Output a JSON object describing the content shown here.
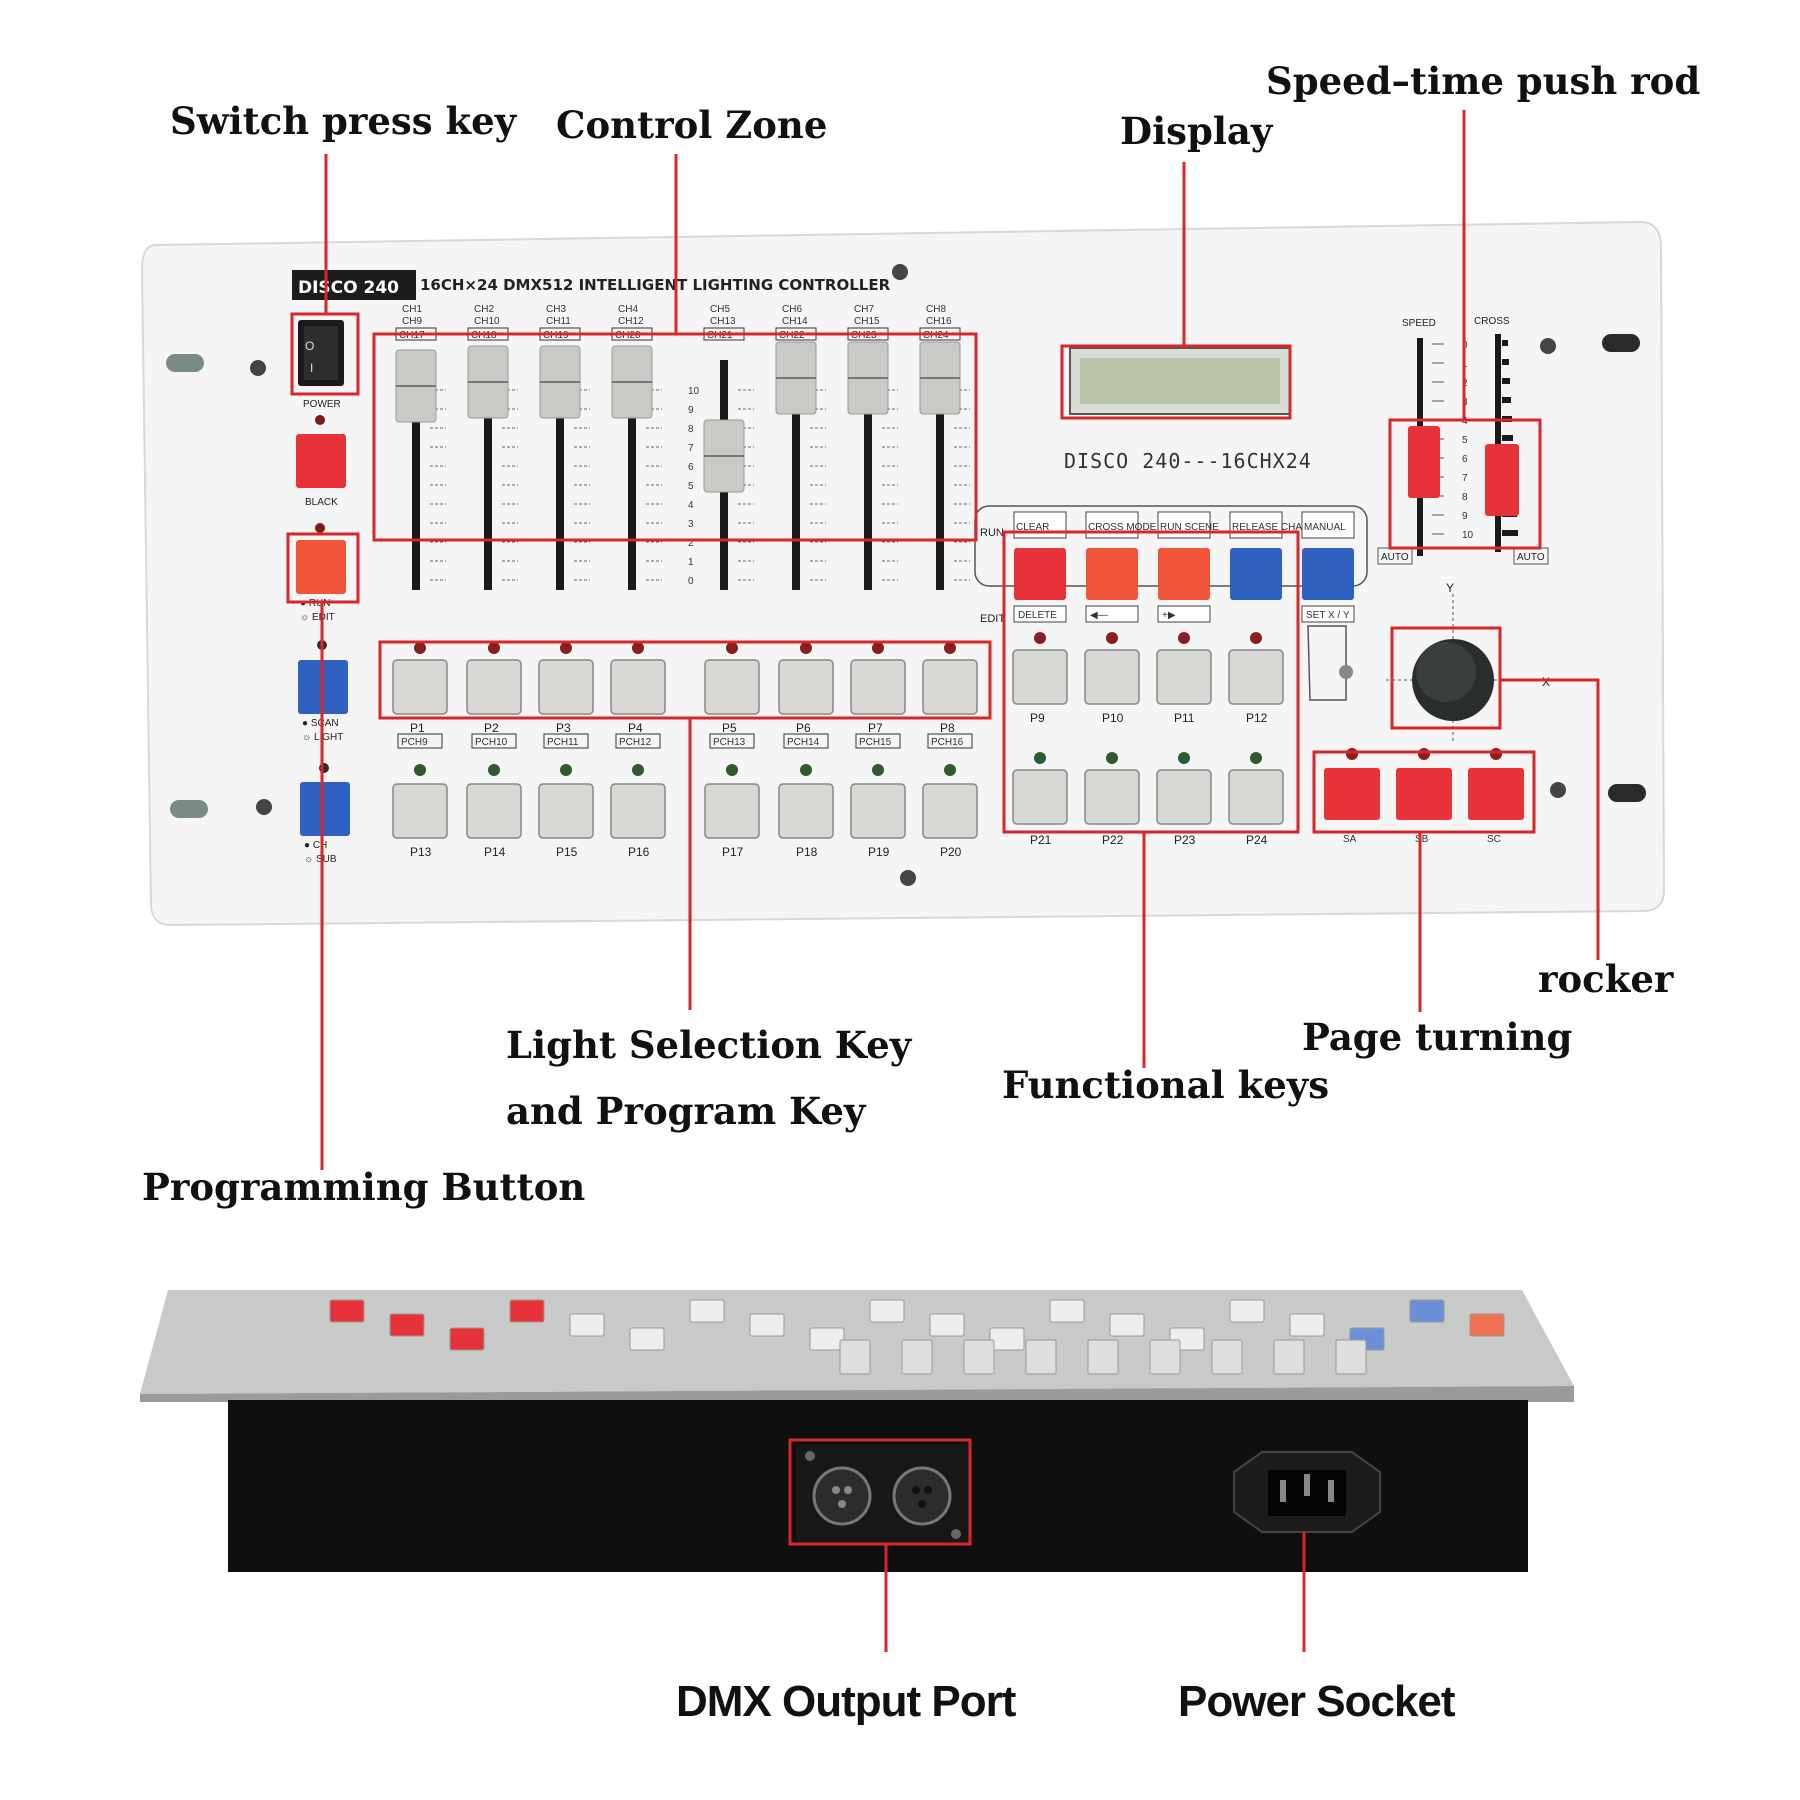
{
  "annotations": {
    "switch_press_key": "Switch press key",
    "control_zone": "Control Zone",
    "display": "Display",
    "speed_time_push_rod": "Speed–time push rod",
    "rocker": "rocker",
    "page_turning": "Page turning",
    "functional_keys": "Functional keys",
    "light_selection_line1": "Light Selection Key",
    "light_selection_line2": "and Program Key",
    "programming_button": "Programming Button",
    "dmx_output_port": "DMX Output Port",
    "power_socket": "Power Socket"
  },
  "panel": {
    "brand": "DISCO 240",
    "title": "16CH×24 DMX512 INTELLIGENT LIGHTING CONTROLLER",
    "display_text": "DISCO 240---16CHX24",
    "power_label": "POWER",
    "black_label": "BLACK",
    "run_edit_label1": "● RUN",
    "run_edit_label2": "☼ EDIT",
    "scan_label1": "● SCAN",
    "scan_label2": "☼ LIGHT",
    "ch_label1": "● CH",
    "ch_label2": "☼ SUB",
    "run_side": "RUN",
    "edit_side": "EDIT",
    "speed_label": "SPEED",
    "cross_label": "CROSS",
    "auto_label": "AUTO",
    "axis_y": "Y",
    "axis_x": "X"
  },
  "channels": [
    {
      "a": "CH1",
      "b": "CH9",
      "c": "CH17"
    },
    {
      "a": "CH2",
      "b": "CH10",
      "c": "CH18"
    },
    {
      "a": "CH3",
      "b": "CH11",
      "c": "CH19"
    },
    {
      "a": "CH4",
      "b": "CH12",
      "c": "CH20"
    },
    {
      "a": "CH5",
      "b": "CH13",
      "c": "CH21"
    },
    {
      "a": "CH6",
      "b": "CH14",
      "c": "CH22"
    },
    {
      "a": "CH7",
      "b": "CH15",
      "c": "CH23"
    },
    {
      "a": "CH8",
      "b": "CH16",
      "c": "CH24"
    }
  ],
  "fader_ticks": [
    "10",
    "9",
    "8",
    "7",
    "6",
    "5",
    "4",
    "3",
    "2",
    "1",
    "0"
  ],
  "speed_ticks": [
    "0",
    "1",
    "2",
    "3",
    "4",
    "5",
    "6",
    "7",
    "8",
    "9",
    "10"
  ],
  "program_keys_row1": [
    "P1",
    "P2",
    "P3",
    "P4",
    "P5",
    "P6",
    "P7",
    "P8"
  ],
  "pch_labels": [
    "PCH9",
    "PCH10",
    "PCH11",
    "PCH12",
    "PCH13",
    "PCH14",
    "PCH15",
    "PCH16"
  ],
  "program_keys_row2": [
    "P13",
    "P14",
    "P15",
    "P16",
    "P17",
    "P18",
    "P19",
    "P20"
  ],
  "function_keys": [
    {
      "top": "CLEAR",
      "bottom": "DELETE",
      "color": "#e8323a"
    },
    {
      "top": "CROSS MODE",
      "bottom": "◀—",
      "color": "#f0553a"
    },
    {
      "top": "RUN SCENE",
      "bottom": "+▶",
      "color": "#f0553a"
    },
    {
      "top": "RELEASE CHANNELS",
      "bottom": "",
      "color": "#2f62c0"
    },
    {
      "top": "MANUAL",
      "bottom": "SET X / Y",
      "color": "#2f62c0"
    }
  ],
  "right_keys_row1": [
    "P9",
    "P10",
    "P11",
    "P12"
  ],
  "right_keys_row2": [
    "P21",
    "P22",
    "P23",
    "P24"
  ],
  "page_keys": [
    "SA",
    "SB",
    "SC"
  ],
  "colors": {
    "accent_red": "#d9262b",
    "key_red": "#e8323a",
    "key_blue": "#2f62c0",
    "panel": "#f4f5f4"
  }
}
